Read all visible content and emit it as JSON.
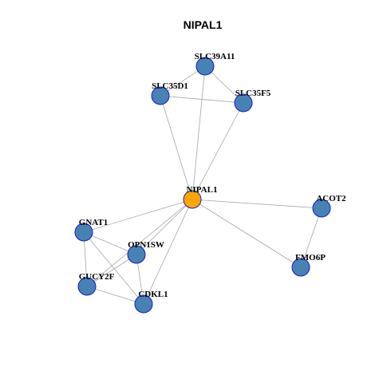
{
  "title": "NIPAL1",
  "colors": {
    "hub_fill": "#FFA500",
    "node_fill": "#4682B4",
    "node_border": "#1A1ACC",
    "edge": "#A6A6A6"
  },
  "nodes": [
    {
      "id": "NIPAL1",
      "label": "NIPAL1",
      "role": "hub"
    },
    {
      "id": "SLC39A11",
      "label": "SLC39A11",
      "role": "neighbor"
    },
    {
      "id": "SLC35D1",
      "label": "SLC35D1",
      "role": "neighbor"
    },
    {
      "id": "SLC35F5",
      "label": "SLC35F5",
      "role": "neighbor"
    },
    {
      "id": "ACOT2",
      "label": "ACOT2",
      "role": "neighbor"
    },
    {
      "id": "FMO6P",
      "label": "FMO6P",
      "role": "neighbor"
    },
    {
      "id": "GNAT1",
      "label": "GNAT1",
      "role": "neighbor"
    },
    {
      "id": "OPN1SW",
      "label": "OPN1SW",
      "role": "neighbor"
    },
    {
      "id": "GUCY2F",
      "label": "GUCY2F",
      "role": "neighbor"
    },
    {
      "id": "CDKL1",
      "label": "CDKL1",
      "role": "neighbor"
    }
  ],
  "edges": [
    [
      "SLC39A11",
      "SLC35D1"
    ],
    [
      "SLC39A11",
      "SLC35F5"
    ],
    [
      "SLC39A11",
      "NIPAL1"
    ],
    [
      "SLC35D1",
      "SLC35F5"
    ],
    [
      "SLC35D1",
      "NIPAL1"
    ],
    [
      "SLC35F5",
      "NIPAL1"
    ],
    [
      "NIPAL1",
      "ACOT2"
    ],
    [
      "NIPAL1",
      "FMO6P"
    ],
    [
      "NIPAL1",
      "GNAT1"
    ],
    [
      "NIPAL1",
      "OPN1SW"
    ],
    [
      "NIPAL1",
      "GUCY2F"
    ],
    [
      "NIPAL1",
      "CDKL1"
    ],
    [
      "ACOT2",
      "FMO6P"
    ],
    [
      "GNAT1",
      "OPN1SW"
    ],
    [
      "GNAT1",
      "GUCY2F"
    ],
    [
      "GNAT1",
      "CDKL1"
    ],
    [
      "OPN1SW",
      "GUCY2F"
    ],
    [
      "OPN1SW",
      "CDKL1"
    ],
    [
      "GUCY2F",
      "CDKL1"
    ]
  ]
}
